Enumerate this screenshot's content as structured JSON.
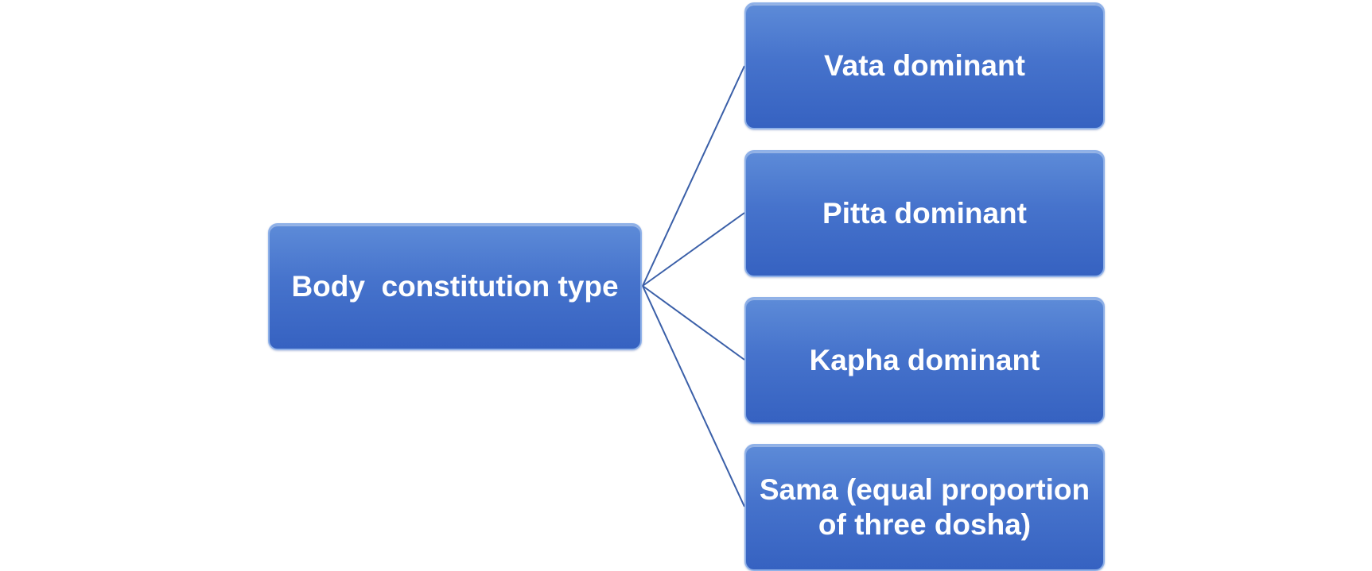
{
  "diagram": {
    "root": {
      "label": "Body  constitution type"
    },
    "children": [
      {
        "label": "Vata dominant"
      },
      {
        "label": "Pitta dominant"
      },
      {
        "label": "Kapha dominant"
      },
      {
        "label": "Sama (equal proportion of three dosha)"
      }
    ]
  },
  "colors": {
    "node_fill": "#4673cc",
    "node_border": "#8fb1e8",
    "connector": "#3a5fa8",
    "text": "#ffffff"
  }
}
